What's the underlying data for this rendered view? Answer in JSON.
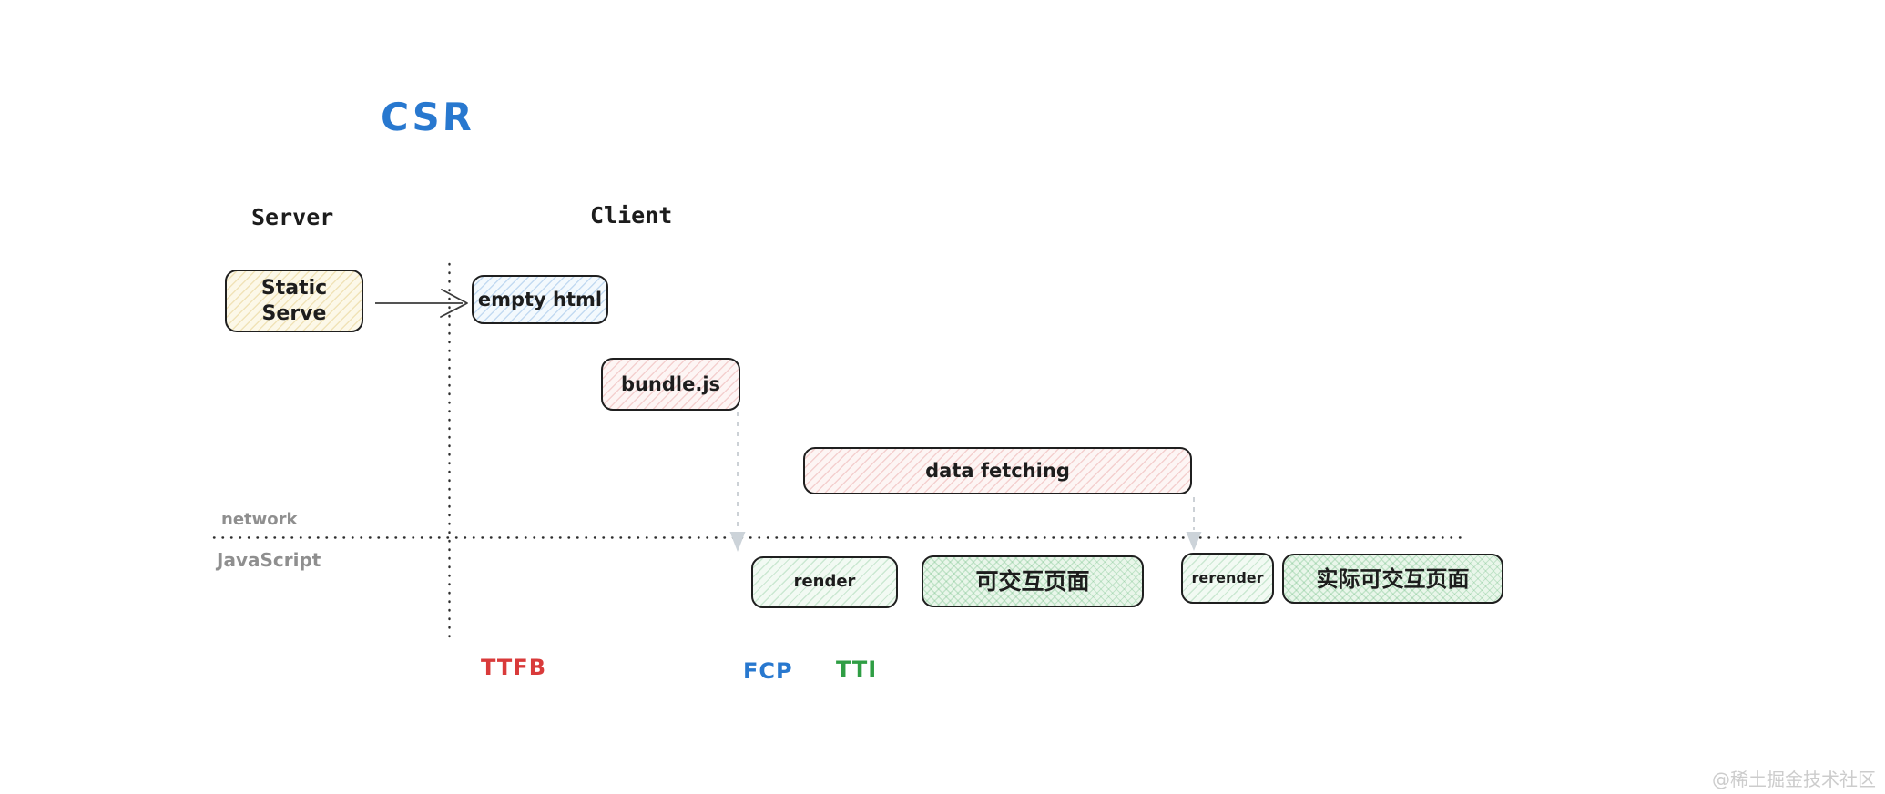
{
  "title": {
    "text": "CSR",
    "color": "#2878cf"
  },
  "lanes": {
    "server_label": "Server",
    "client_label": "Client",
    "network_label": "network",
    "javascript_label": "JavaScript"
  },
  "boxes": {
    "static_serve": {
      "label": "Static Serve",
      "lines": [
        "Static",
        "Serve"
      ],
      "fill": "yellow"
    },
    "empty_html": {
      "label": "empty html",
      "fill": "blue"
    },
    "bundle_js": {
      "label": "bundle.js",
      "fill": "pink"
    },
    "data_fetching": {
      "label": "data fetching",
      "fill": "pink"
    },
    "render": {
      "label": "render",
      "fill": "green"
    },
    "interactive_page": {
      "label": "可交互页面",
      "fill": "green-cross"
    },
    "rerender": {
      "label": "rerender",
      "fill": "green"
    },
    "actual_interactive_page": {
      "label": "实际可交互页面",
      "fill": "green-cross"
    }
  },
  "metrics": {
    "ttfb": {
      "label": "TTFB",
      "color": "#d93a3a"
    },
    "fcp": {
      "label": "FCP",
      "color": "#2878cf"
    },
    "tti": {
      "label": "TTI",
      "color": "#2f9e44"
    }
  },
  "watermark": "@稀土掘金技术社区",
  "palette": {
    "box_border": "#1f1f1f",
    "yellow_fill": "#fcf8e8",
    "blue_fill": "#f3f9fd",
    "pink_fill": "#fdf5f4",
    "green_fill": "#f2faf3",
    "green_cross_fill": "#e9f6ea",
    "dotted_line": "#2d2d2d",
    "dashed_connector": "#ccd1d6",
    "arrow": "#3b3b3b",
    "axis_label_gray": "#8f8f8f",
    "watermark_gray": "#cccccc"
  }
}
